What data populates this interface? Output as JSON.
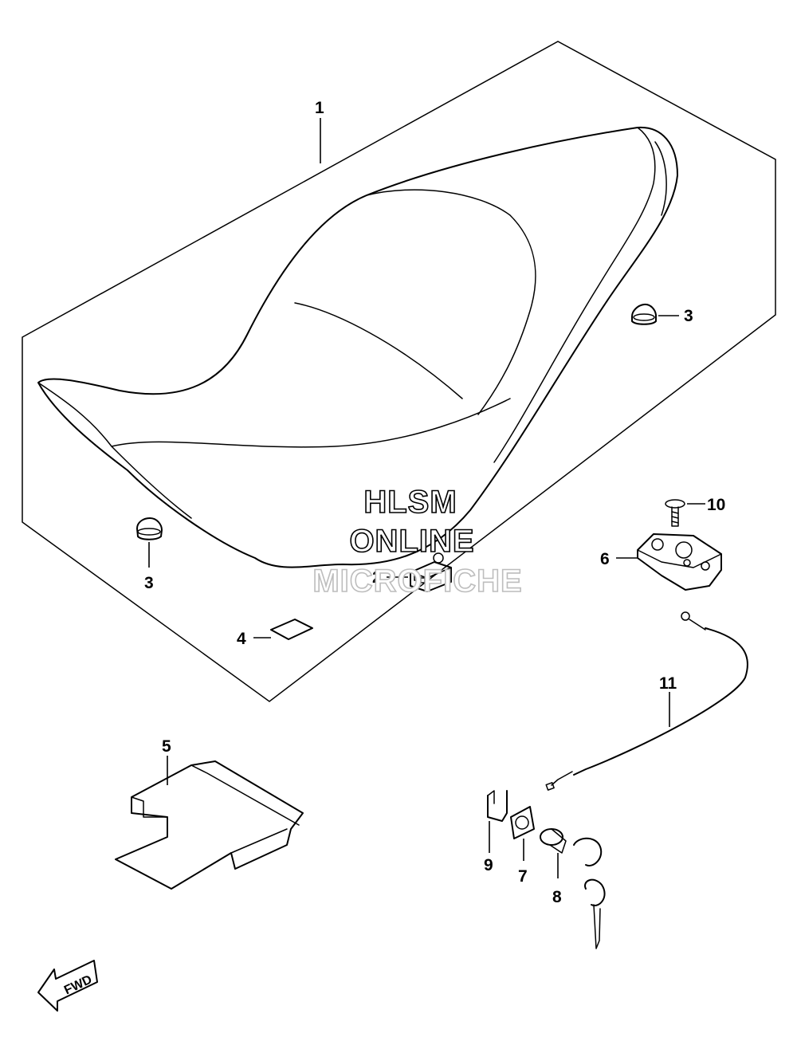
{
  "callouts": {
    "c1": "1",
    "c2": "2",
    "c3a": "3",
    "c3b": "3",
    "c4": "4",
    "c5": "5",
    "c6": "6",
    "c7": "7",
    "c8": "8",
    "c9": "9",
    "c10": "10",
    "c11": "11"
  },
  "watermark": {
    "line1": "HLSM",
    "line2": "ONLINE",
    "line3": "MICROFICHE"
  },
  "fwd_label": "FWD"
}
